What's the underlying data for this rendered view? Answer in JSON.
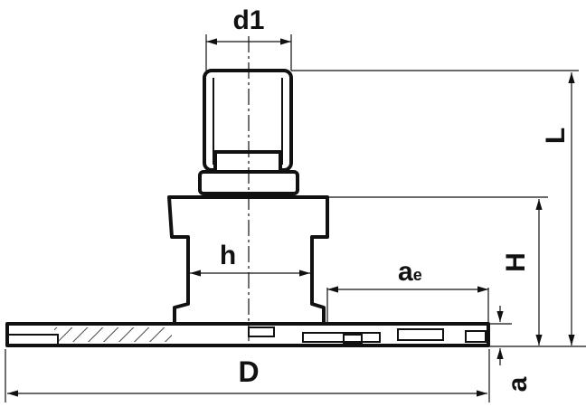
{
  "labels": {
    "d1": "d1",
    "h": "h",
    "a_e_main": "a",
    "a_e_sub": "e",
    "H": "H",
    "L": "L",
    "D": "D",
    "a": "a"
  }
}
